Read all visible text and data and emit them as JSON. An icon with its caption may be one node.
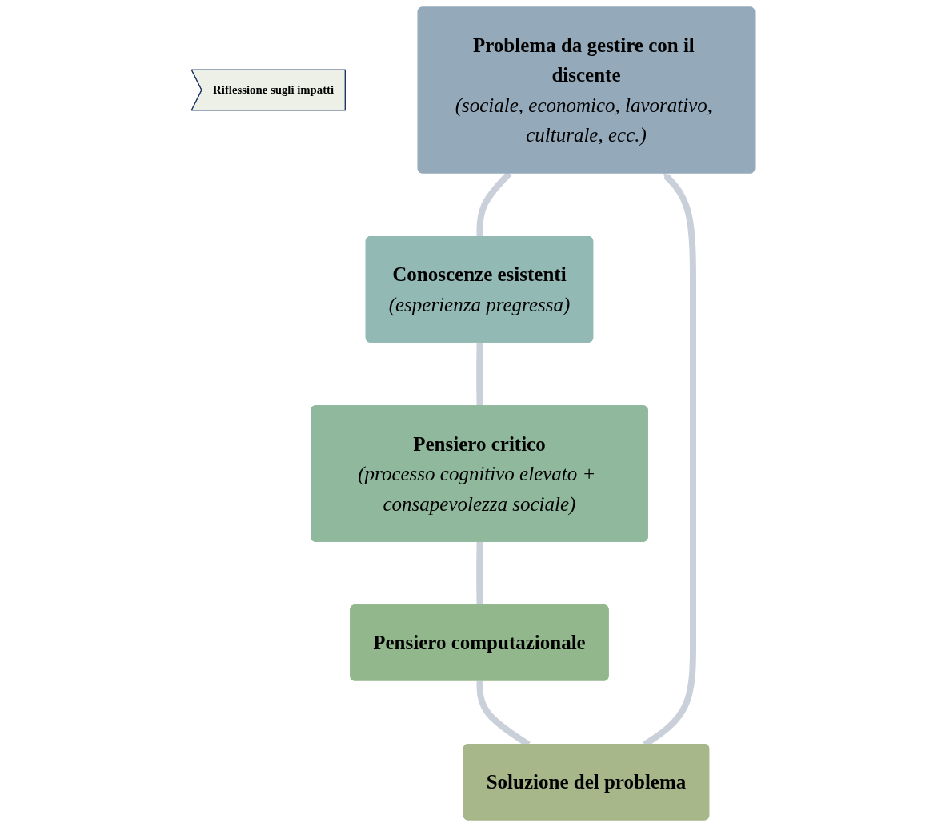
{
  "diagram": {
    "nodes": [
      {
        "text": [
          "Riflessione sugli impatti"
        ]
      },
      {
        "text": [
          "Problema da gestire con il discente",
          "(sociale, economico, lavorativo, culturale, ecc.)"
        ]
      },
      {
        "text": [
          "Conoscenze esistenti",
          "(esperienza pregressa)"
        ]
      },
      {
        "text": [
          "Pensiero critico",
          "(processo cognitivo elevato + consapevolezza sociale)"
        ]
      },
      {
        "text": [
          "Pensiero computazionale"
        ]
      },
      {
        "text": [
          "Soluzione del problema"
        ]
      }
    ],
    "edges": [
      {
        "from": 1,
        "to": 2,
        "arrow": "none"
      },
      {
        "from": 2,
        "to": 3,
        "arrow": "none"
      },
      {
        "from": 3,
        "to": 4,
        "arrow": "none"
      },
      {
        "from": 4,
        "to": 5,
        "arrow": "none"
      },
      {
        "from": 5,
        "to": 1,
        "arrow": "to"
      }
    ]
  }
}
